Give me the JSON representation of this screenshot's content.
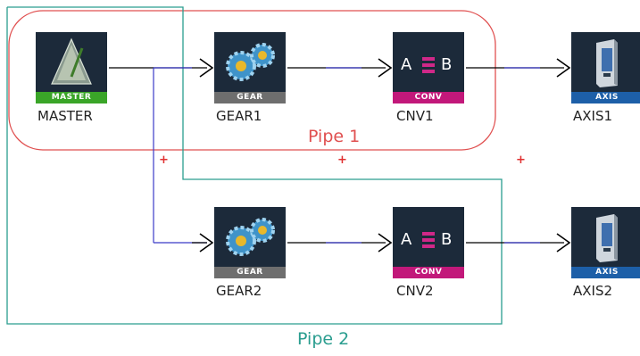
{
  "nodes": {
    "master": {
      "label": "MASTER",
      "tag": "MASTER"
    },
    "gear1": {
      "label": "GEAR1",
      "tag": "GEAR"
    },
    "cnv1": {
      "label": "CNV1",
      "tag": "CONV",
      "glyph_a": "A",
      "glyph_b": "B"
    },
    "axis1": {
      "label": "AXIS1",
      "tag": "AXIS"
    },
    "gear2": {
      "label": "GEAR2",
      "tag": "GEAR"
    },
    "cnv2": {
      "label": "CNV2",
      "tag": "CONV",
      "glyph_a": "A",
      "glyph_b": "B"
    },
    "axis2": {
      "label": "AXIS2",
      "tag": "AXIS"
    }
  },
  "pipes": {
    "pipe1": {
      "label": "Pipe 1",
      "color": "#e05050"
    },
    "pipe2": {
      "label": "Pipe 2",
      "color": "#2a9d8f"
    }
  },
  "add_symbol": "+",
  "colors": {
    "master_strip": "#3aa528",
    "gear_strip": "#6e6e6e",
    "conv_strip": "#c2187a",
    "axis_strip": "#1d5fa8",
    "icon_bg": "#1c2a3a",
    "wire": "#3b3bc8",
    "arrow": "#000000"
  },
  "icons": {
    "master": "metronome-icon",
    "gear": "gears-icon",
    "conv": "converter-icon",
    "axis": "servo-drive-icon"
  }
}
